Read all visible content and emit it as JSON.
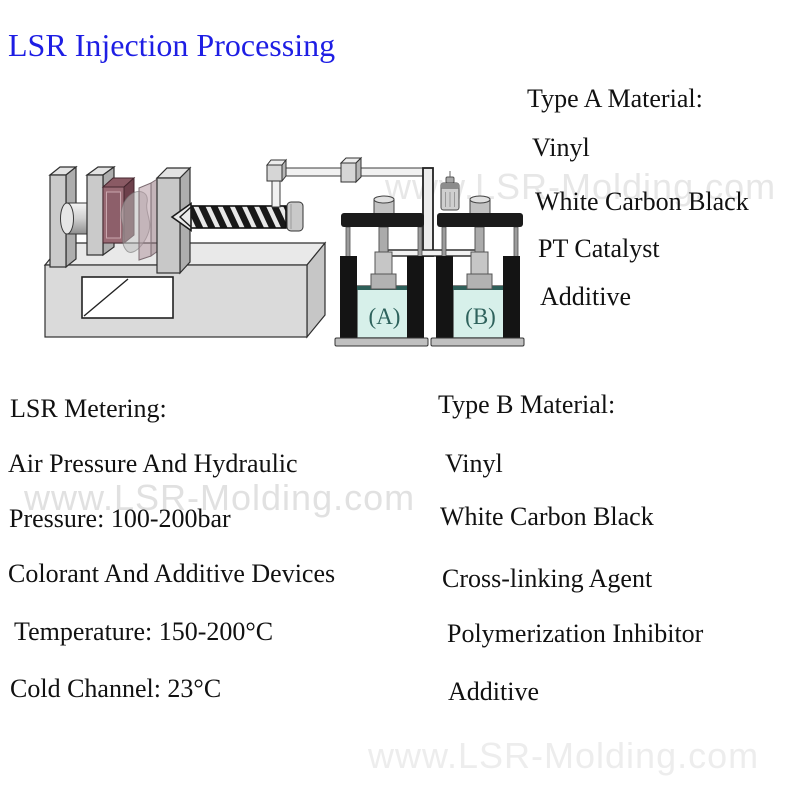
{
  "title": "LSR Injection Processing",
  "type_a_material": {
    "heading": "Type A Material:",
    "items": [
      "Vinyl",
      "White Carbon Black",
      "PT Catalyst",
      "Additive"
    ]
  },
  "type_b_material": {
    "heading": "Type B Material:",
    "items": [
      "Vinyl",
      "White Carbon Black",
      "Cross-linking Agent",
      "Polymerization Inhibitor",
      "Additive"
    ]
  },
  "lsr_metering": {
    "heading": "LSR Metering:",
    "lines": [
      "Air Pressure And Hydraulic",
      "Pressure: 100-200bar",
      "Colorant And Additive Devices",
      "Temperature: 150-200°C",
      "Cold Channel: 23°C"
    ]
  },
  "diagram": {
    "container_a_label": "(A)",
    "container_b_label": "(B)"
  },
  "watermark": "www.LSR-Molding.com",
  "colors": {
    "title": "#1e1ee4",
    "text": "#111111",
    "liquid": "#d7f0ea",
    "container-label": "#2e625c",
    "mold": "#996a74",
    "watermark": "#e7e7e7"
  }
}
